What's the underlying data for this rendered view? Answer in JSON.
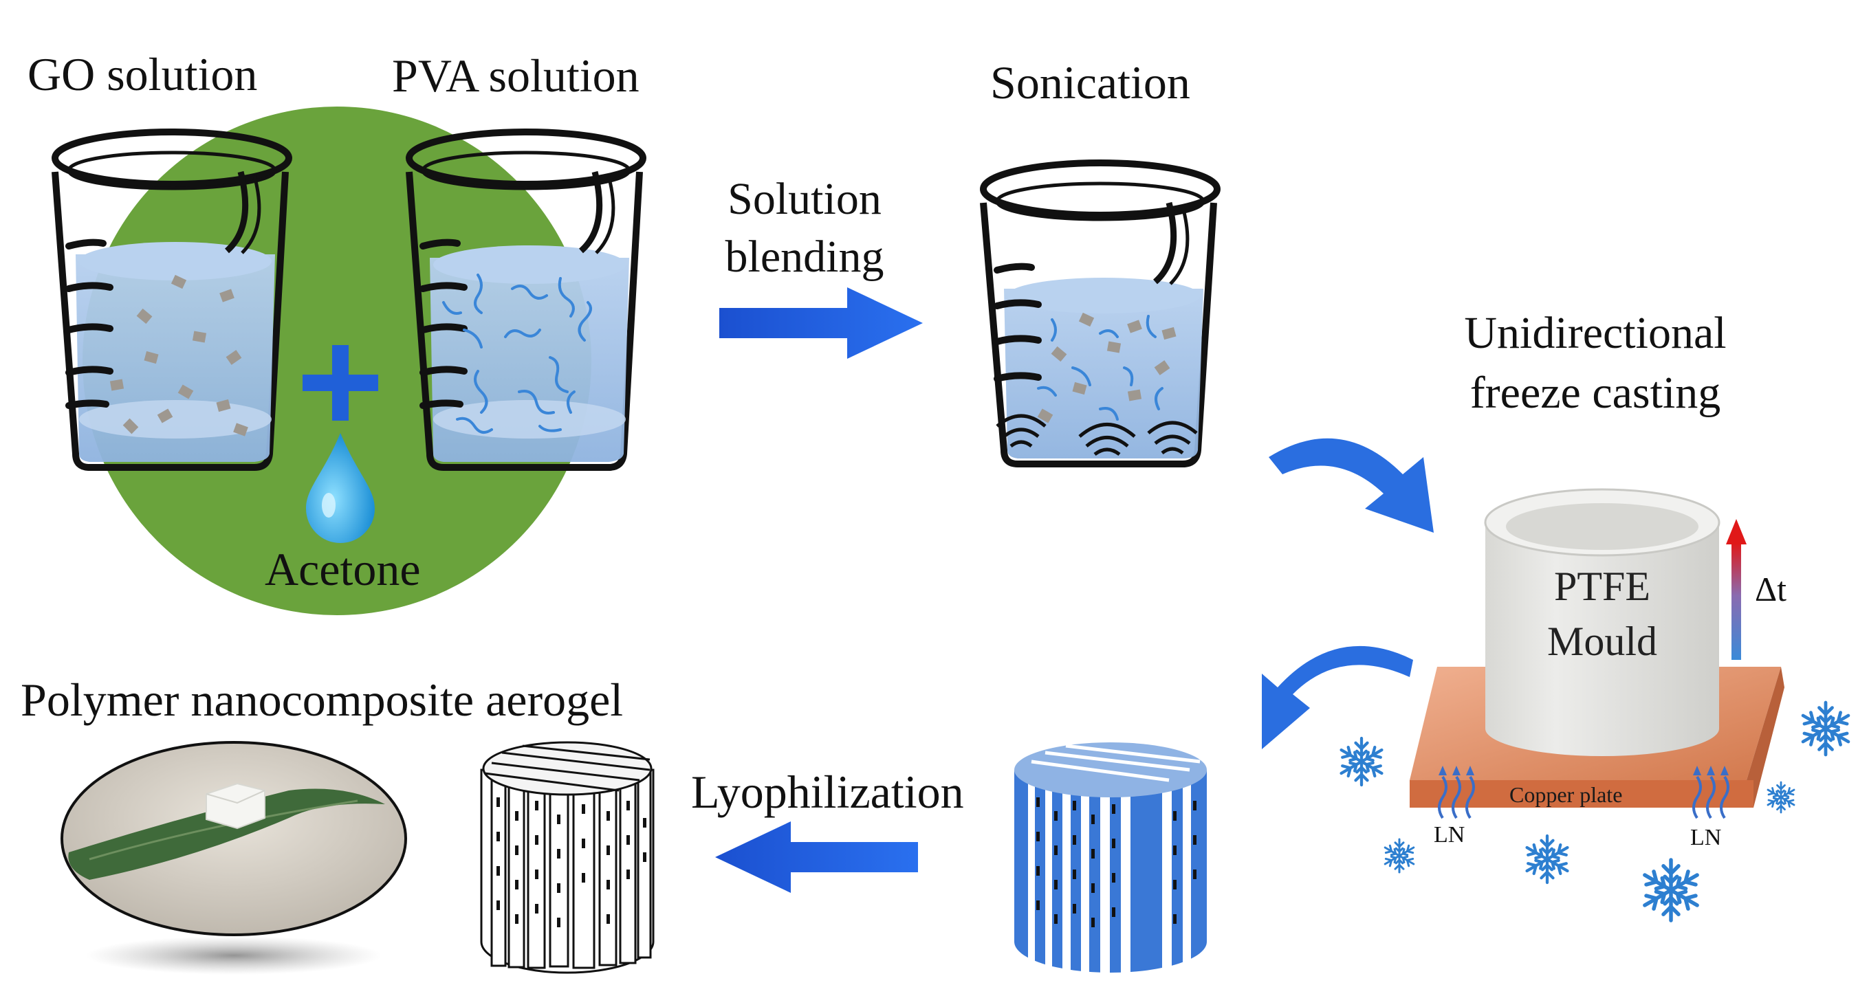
{
  "labels": {
    "go_solution": "GO solution",
    "pva_solution": "PVA solution",
    "acetone": "Acetone",
    "solution_blending_1": "Solution",
    "solution_blending_2": "blending",
    "sonication": "Sonication",
    "freeze_casting_1": "Unidirectional",
    "freeze_casting_2": "freeze casting",
    "mould_1": "PTFE",
    "mould_2": "Mould",
    "delta_t": "Δt",
    "copper_plate": "Copper plate",
    "ln_left": "LN",
    "ln_right": "LN",
    "lyophilization": "Lyophilization",
    "aerogel": "Polymer nanocomposite aerogel"
  },
  "colors": {
    "green_circle": "#6aa33c",
    "arrow_blue": "#1f5fe0",
    "liquid_blue": "#9bbde3",
    "copper": "#d98358",
    "mould_grey": "#e2e2de",
    "snowflake": "#2d7fd0",
    "gradient_red": "#e01818"
  },
  "icons": [
    "beaker-icon",
    "plus-icon",
    "droplet-icon",
    "curved-arrow-icon",
    "snowflake-icon",
    "ultrasound-wave-icon"
  ]
}
